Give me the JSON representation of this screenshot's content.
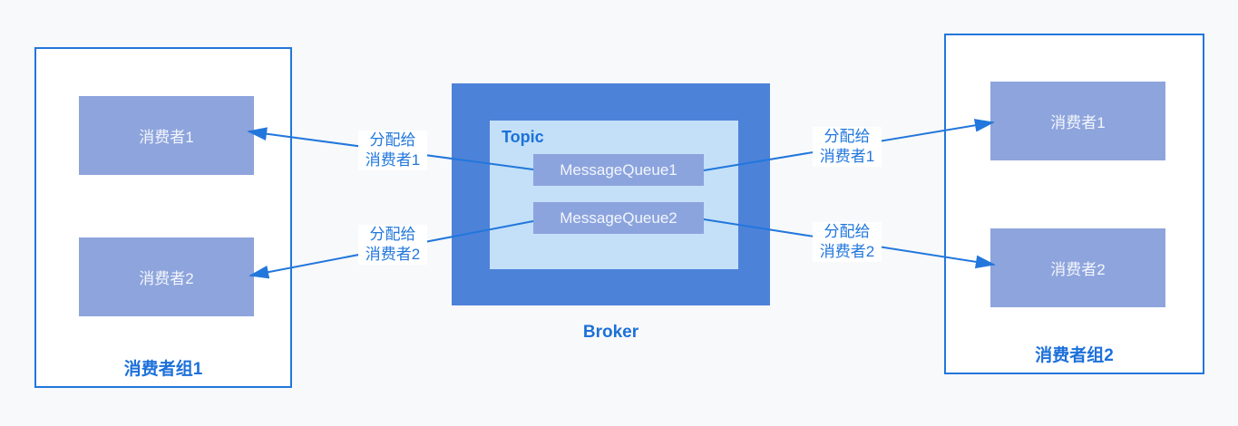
{
  "colors": {
    "page_background": "#f8f9fa",
    "accent_blue": "#2277dc",
    "label_blue": "#1c70d9",
    "broker_fill": "#4d82d9",
    "topic_fill": "#c3e0f8",
    "queue_fill": "#8ca4de",
    "consumer_fill": "#8ea4dc",
    "box_text_color": "#f2f6fc"
  },
  "consumer_group_1": {
    "label": "消费者组1",
    "consumers": [
      "消费者1",
      "消费者2"
    ]
  },
  "consumer_group_2": {
    "label": "消费者组2",
    "consumers": [
      "消费者1",
      "消费者2"
    ]
  },
  "broker": {
    "label": "Broker",
    "topic": {
      "label": "Topic",
      "queues": [
        "MessageQueue1",
        "MessageQueue2"
      ]
    }
  },
  "arrow_labels": [
    {
      "line1": "分配给",
      "line2": "消费者1"
    },
    {
      "line1": "分配给",
      "line2": "消费者2"
    },
    {
      "line1": "分配给",
      "line2": "消费者1"
    },
    {
      "line1": "分配给",
      "line2": "消费者2"
    }
  ]
}
